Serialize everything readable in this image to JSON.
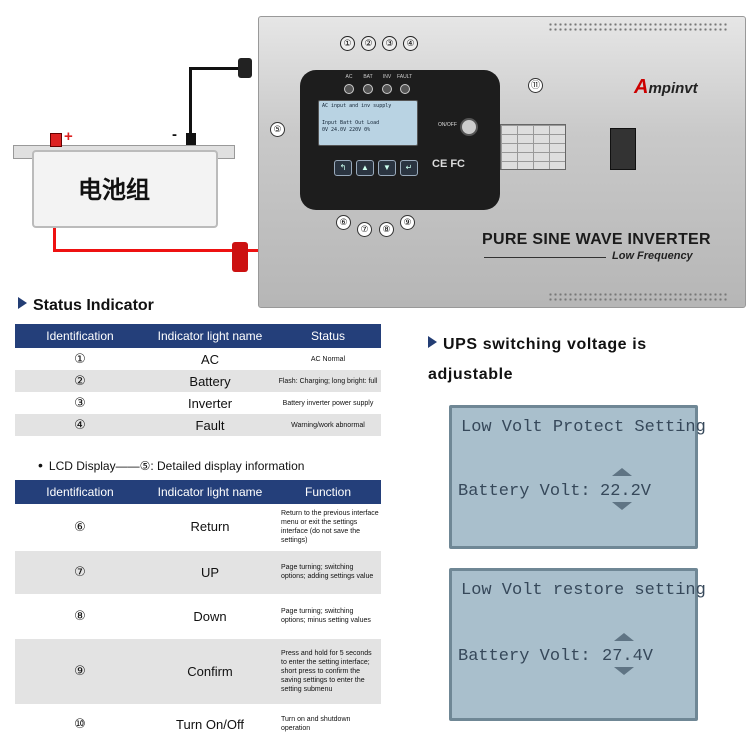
{
  "battery_label": "电池组",
  "terminal_plus": "+",
  "terminal_minus": "-",
  "brand": "mpinvt",
  "brand_initial": "A",
  "product_title": "PURE SINE WAVE INVERTER",
  "product_subtitle": "Low Frequency",
  "led_numbers": [
    "①",
    "②",
    "③",
    "④"
  ],
  "led_labels": [
    "AC",
    "BAT",
    "INV",
    "FAULT"
  ],
  "button_numbers": [
    "⑥",
    "⑦",
    "⑧",
    "⑨"
  ],
  "callout_5": "⑤",
  "callout_11": "⑪",
  "ce_mark": "CE FC",
  "onoff_label": "ON/OFF",
  "small_lcd_lines": [
    "AC input and inv supply",
    "Input  Batt  Out  Load",
    "0V  24.0V 220V   0%"
  ],
  "status_heading": "Status Indicator",
  "table1": {
    "headers": [
      "Identification",
      "Indicator light name",
      "Status"
    ],
    "rows": [
      {
        "id": "①",
        "name": "AC",
        "status": "AC  Normal"
      },
      {
        "id": "②",
        "name": "Battery",
        "status": "Flash: Charging; long bright: full"
      },
      {
        "id": "③",
        "name": "Inverter",
        "status": "Battery inverter power supply"
      },
      {
        "id": "④",
        "name": "Fault",
        "status": "Warning/work abnormal"
      }
    ]
  },
  "lcd_display_line": "LCD Display——⑤:  Detailed display information",
  "table2": {
    "headers": [
      "Identification",
      "Indicator light name",
      "Function"
    ],
    "rows": [
      {
        "id": "⑥",
        "name": "Return",
        "func": "Return to the previous interface menu or exit the settings interface (do not save the settings)"
      },
      {
        "id": "⑦",
        "name": "UP",
        "func": "Page turning; switching options; adding settings value"
      },
      {
        "id": "⑧",
        "name": "Down",
        "func": "Page turning; switching options; minus setting values"
      },
      {
        "id": "⑨",
        "name": "Confirm",
        "func": "Press and hold for 5 seconds to enter the setting interface;  short press to confirm the saving settings to enter the setting submenu"
      },
      {
        "id": "⑩",
        "name": "Turn On/Off",
        "func": "Turn on and shutdown operation"
      }
    ]
  },
  "ups_heading": "UPS switching voltage is adjustable",
  "screen1": {
    "title": "Low Volt Protect Setting",
    "label": "Battery Volt:",
    "value": "22.2V"
  },
  "screen2": {
    "title": "Low Volt restore setting",
    "label": "Battery Volt:",
    "value": "27.4V"
  }
}
